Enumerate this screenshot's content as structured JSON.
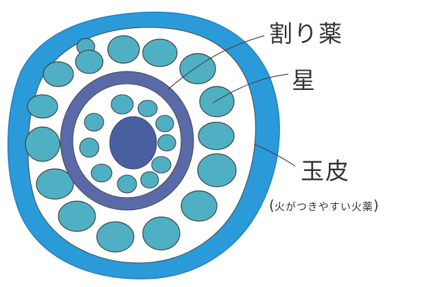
{
  "labels": {
    "warigusuri": "割り薬",
    "hoshi": "星",
    "tamagawa": "玉皮",
    "note": "火がつきやすい火薬"
  },
  "colors": {
    "shell": "#2a9ad8",
    "inner_ring": "#5a6aa8",
    "core": "#4a5fa0",
    "star_fill": "#4fb0c4",
    "star_edge": "#3f3f3f",
    "text": "#333333"
  }
}
